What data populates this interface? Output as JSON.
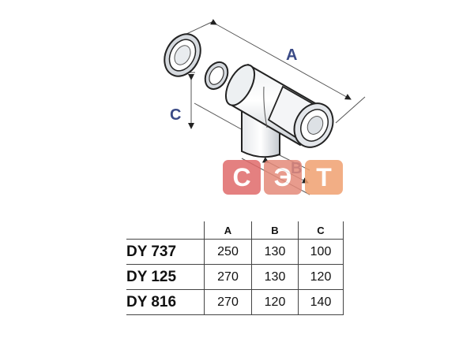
{
  "figure": {
    "dimension_labels": {
      "a": "A",
      "b": "B",
      "c": "C"
    }
  },
  "watermark": {
    "letters": [
      "С",
      "Э",
      "Т"
    ],
    "colors": [
      "#e06a6a",
      "#e58a7a",
      "#f0a070"
    ]
  },
  "table": {
    "headers": [
      "",
      "A",
      "B",
      "C"
    ],
    "rows": [
      {
        "model": "DY 737",
        "a": "250",
        "b": "130",
        "c": "100"
      },
      {
        "model": "DY 125",
        "a": "270",
        "b": "130",
        "c": "120"
      },
      {
        "model": "DY 816",
        "a": "270",
        "b": "120",
        "c": "140"
      }
    ]
  }
}
